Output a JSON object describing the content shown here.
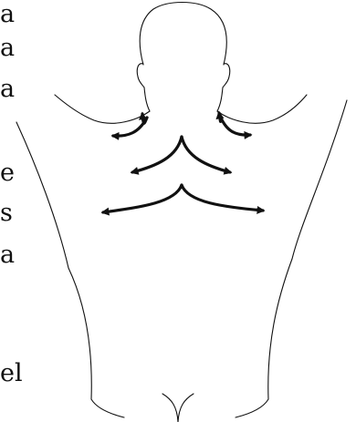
{
  "cropped_text": [
    {
      "text": "a"
    },
    {
      "text": "a"
    },
    {
      "text": "a"
    },
    {
      "text": "e"
    },
    {
      "text": "s"
    },
    {
      "text": "a"
    },
    {
      "text": "el"
    }
  ],
  "illustration": {
    "subject": "back view of upper torso with raised arms",
    "stroke_color": "#111111",
    "arrow_color": "#111111",
    "arrow_count": 4
  }
}
